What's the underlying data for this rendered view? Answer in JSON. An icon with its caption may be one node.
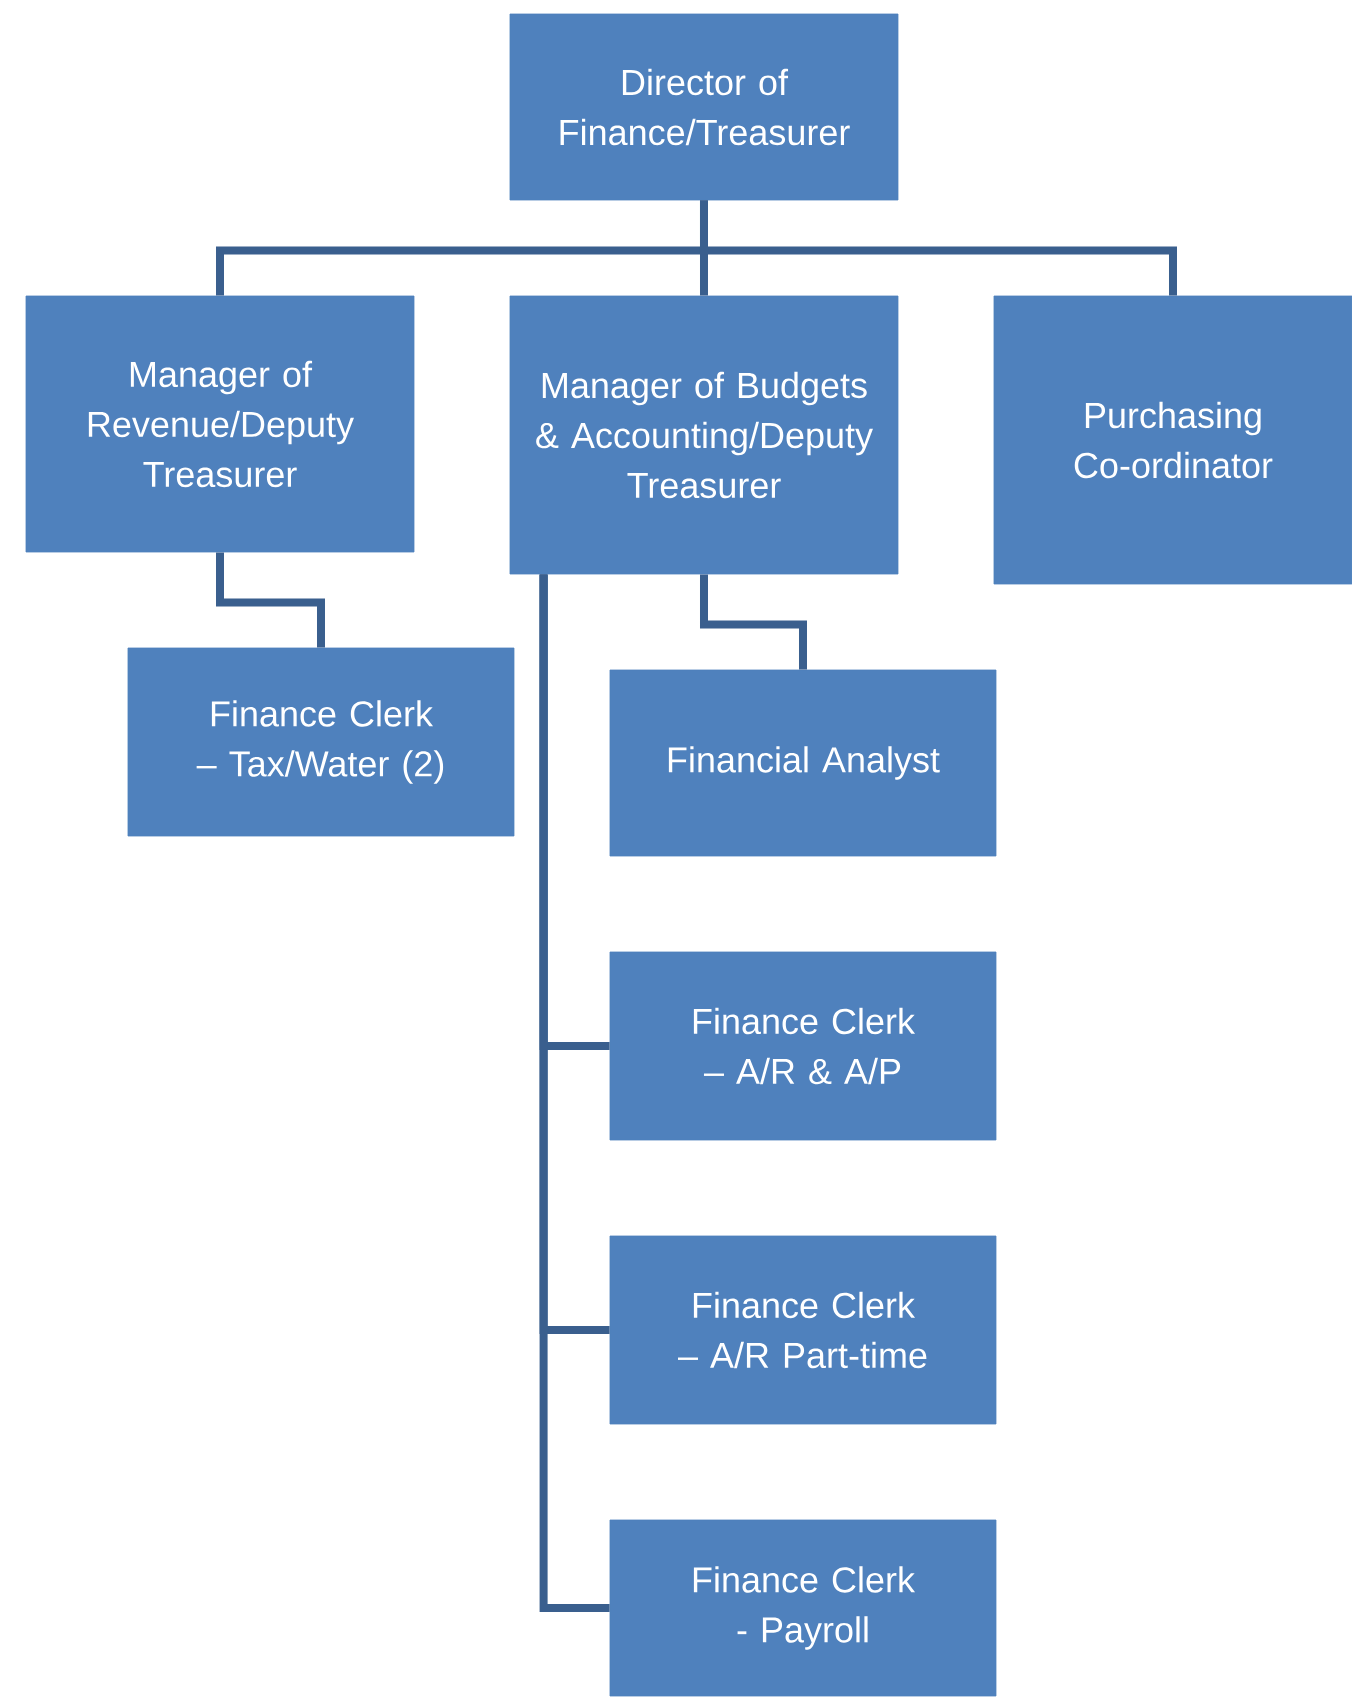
{
  "diagram": {
    "nodes": [
      {
        "text": [
          "Director of Finance/Treasurer"
        ]
      },
      {
        "text": [
          "Manager of Revenue/Deputy Treasurer"
        ]
      },
      {
        "text": [
          "Manager of Budgets & Accounting/Deputy Treasurer"
        ]
      },
      {
        "text": [
          "Purchasing Co-ordinator"
        ]
      },
      {
        "text": [
          "Finance Clerk – Tax/Water (2)"
        ]
      },
      {
        "text": [
          "Financial Analyst"
        ]
      },
      {
        "text": [
          "Finance Clerk – A/R & A/P"
        ]
      },
      {
        "text": [
          "Finance Clerk – A/R Part-time"
        ]
      },
      {
        "text": [
          "Finance Clerk - Payroll"
        ]
      }
    ],
    "edges": [
      {
        "from": 0,
        "to": 1,
        "arrow": "none"
      },
      {
        "from": 0,
        "to": 2,
        "arrow": "none"
      },
      {
        "from": 0,
        "to": 3,
        "arrow": "none"
      },
      {
        "from": 1,
        "to": 4,
        "arrow": "none"
      },
      {
        "from": 2,
        "to": 5,
        "arrow": "none"
      },
      {
        "from": 2,
        "to": 6,
        "arrow": "none"
      },
      {
        "from": 2,
        "to": 7,
        "arrow": "none"
      },
      {
        "from": 2,
        "to": 8,
        "arrow": "none"
      }
    ]
  }
}
